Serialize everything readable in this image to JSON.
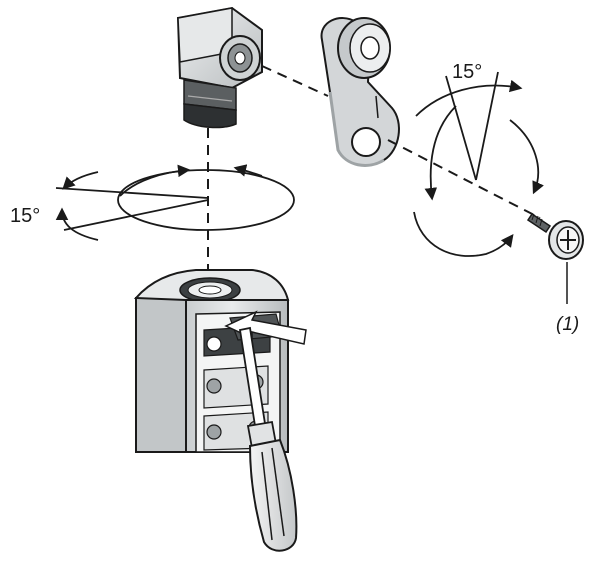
{
  "labels": {
    "angle_top_right": "15°",
    "angle_left": "15°",
    "callout_screw": "(1)"
  },
  "parts": {
    "head_icon": "rotary-head-icon",
    "lever_icon": "roller-lever-arm-icon",
    "screw_icon": "fixing-screw-icon",
    "body_icon": "switch-body-icon",
    "screwdriver_icon": "screwdriver-icon"
  },
  "colors": {
    "line": "#1a1a1a",
    "body_gray": "#d9dcdd",
    "body_dark": "#9ea3a5",
    "head_gray": "#dfe2e3",
    "lever_gray": "#d3d6d8"
  }
}
